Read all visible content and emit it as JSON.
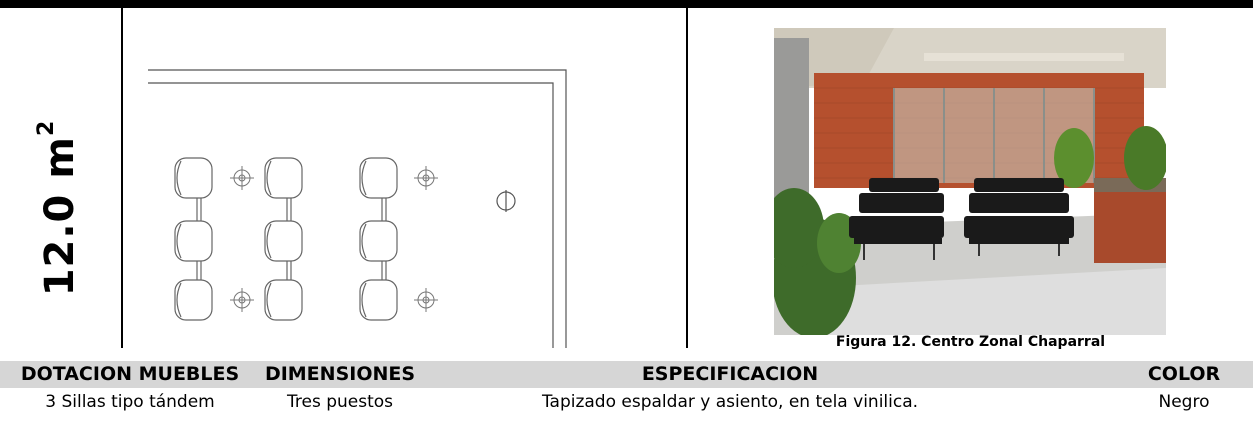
{
  "area": {
    "value": "12.0 m",
    "superscript": "2"
  },
  "photo": {
    "caption": "Figura 12. Centro Zonal Chaparral"
  },
  "table": {
    "headers": [
      "DOTACION MUEBLES",
      "DIMENSIONES",
      "ESPECIFICACION",
      "COLOR"
    ],
    "rows": [
      [
        "3 Sillas tipo tándem",
        "Tres puestos",
        "Tapizado espaldar y asiento, en tela vinilica.",
        "Negro"
      ]
    ]
  },
  "colors": {
    "header_bg": "#d6d6d6",
    "top_bar": "#000000",
    "chair_black": "#1a1a1a",
    "brick": "#b5502e"
  }
}
